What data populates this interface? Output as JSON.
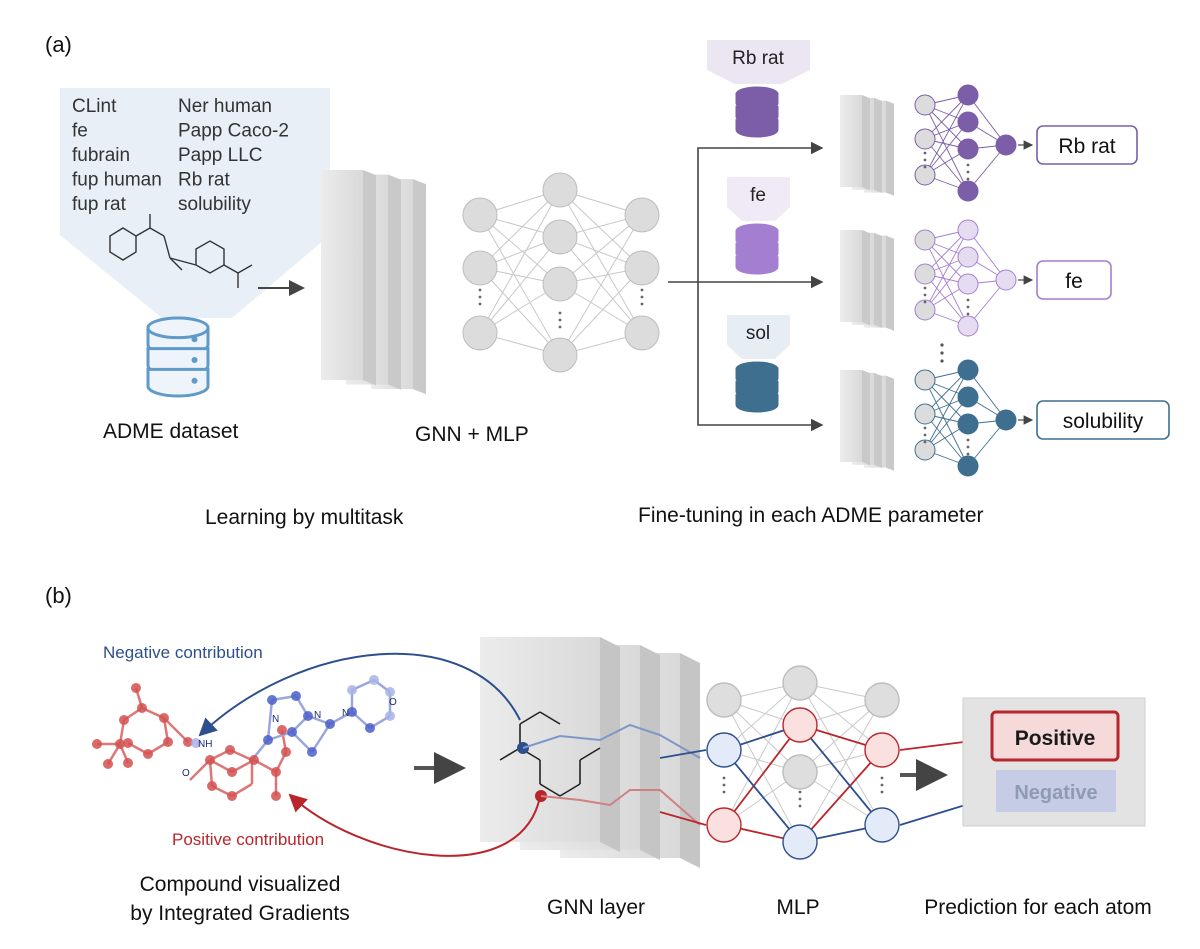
{
  "panel_a": {
    "label": "(a)",
    "dataset_list_left": [
      "CLint",
      "fe",
      "fubrain",
      "fup human",
      "fup rat"
    ],
    "dataset_list_right": [
      "Ner human",
      "Papp Caco-2",
      "Papp LLC",
      "Rb rat",
      "solubility"
    ],
    "dataset_caption": "ADME dataset",
    "model_caption": "GNN + MLP",
    "learning_caption": "Learning by multitask",
    "finetune_caption": "Fine-tuning in each ADME parameter",
    "tasks": [
      {
        "tag": "Rb rat",
        "output": "Rb rat",
        "color": "#7b5ea7",
        "light": "#ece6f3"
      },
      {
        "tag": "fe",
        "output": "fe",
        "color": "#a47fd1",
        "light": "#f0eaf7"
      },
      {
        "tag": "sol",
        "output": "solubility",
        "color": "#3f6f8f",
        "light": "#e6eef4"
      }
    ]
  },
  "panel_b": {
    "label": "(b)",
    "negative_label": "Negative contribution",
    "positive_label": "Positive contribution",
    "compound_caption_1": "Compound visualized",
    "compound_caption_2": "by Integrated Gradients",
    "gnn_caption": "GNN layer",
    "mlp_caption": "MLP",
    "prediction_caption": "Prediction for each atom",
    "positive_box": "Positive",
    "negative_box": "Negative",
    "atom_labels": [
      "NH",
      "O",
      "N",
      "N",
      "N",
      "O"
    ],
    "colors": {
      "positive": "#b8262c",
      "negative": "#2d4f8e"
    }
  }
}
